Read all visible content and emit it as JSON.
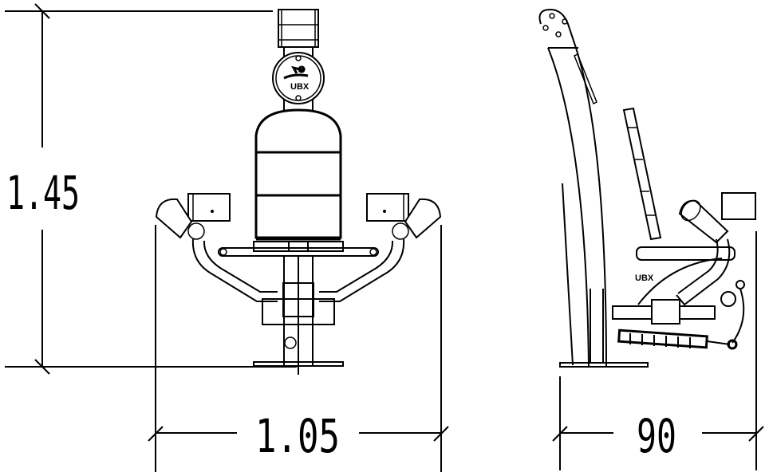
{
  "drawing": {
    "type": "technical-elevation",
    "subject": "outdoor fitness equipment (seated chest press)",
    "views": [
      {
        "name": "front-view",
        "width_label": "1.05",
        "height_label": "1.45"
      },
      {
        "name": "side-view",
        "depth_label": "90"
      }
    ],
    "dimensions": {
      "height": "1.45",
      "front_width": "1.05",
      "side_depth": "90"
    },
    "logo": {
      "text": "UBX"
    },
    "line_color": "#000000",
    "background": "#ffffff"
  }
}
